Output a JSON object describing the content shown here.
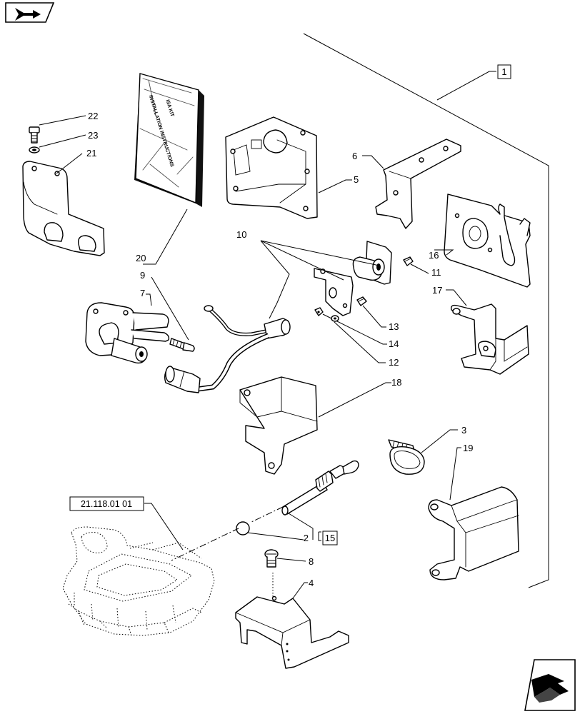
{
  "navigation": {
    "prev_icon": "arrow-left-icon",
    "next_icon": "arrow-right-icon"
  },
  "reference_box": "21.118.01 01",
  "boxed_labels": {
    "kit": "1",
    "sensor_group": "15"
  },
  "manual": {
    "line1": "ISA KIT",
    "line2": "INSTALLATION INSTRUCTIONS"
  },
  "callouts": {
    "c1": "1",
    "c2": "2",
    "c3": "3",
    "c4": "4",
    "c5": "5",
    "c6": "6",
    "c7": "7",
    "c8": "8",
    "c9": "9",
    "c10": "10",
    "c11": "11",
    "c12": "12",
    "c13": "13",
    "c14": "14",
    "c16": "16",
    "c17": "17",
    "c18": "18",
    "c19": "19",
    "c20": "20",
    "c21": "21",
    "c22": "22",
    "c23": "23"
  }
}
